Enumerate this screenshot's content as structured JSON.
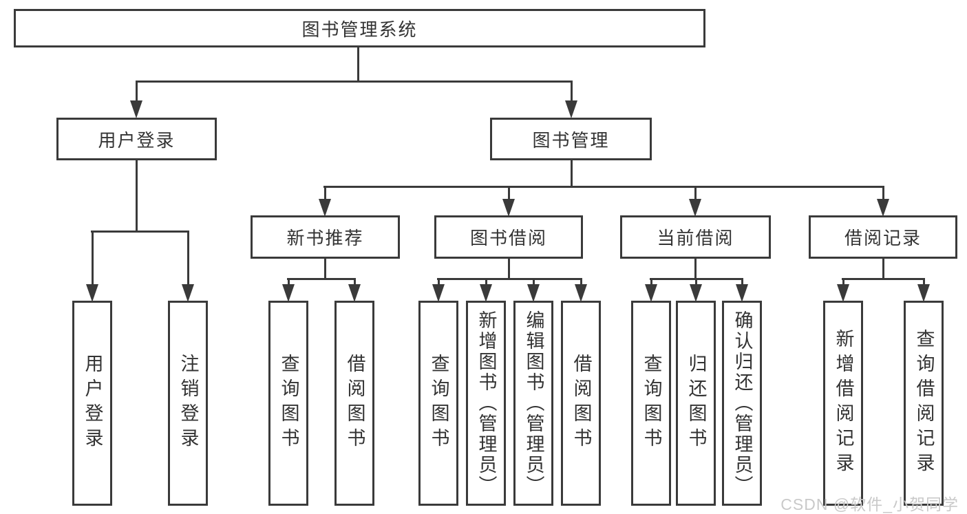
{
  "diagram": {
    "root_label": "图书管理系统",
    "level1": [
      "用户登录",
      "图书管理"
    ],
    "level2": [
      "新书推荐",
      "图书借阅",
      "当前借阅",
      "借阅记录"
    ],
    "leaves": {
      "login": [
        "用户登录",
        "注销登录"
      ],
      "recommend": [
        "查询图书",
        "借阅图书"
      ],
      "borrow": [
        "查询图书",
        "新增图书（管理员）",
        "编辑图书（管理员）",
        "借阅图书"
      ],
      "current": [
        "查询图书",
        "归还图书",
        "确认归还（管理员）"
      ],
      "records": [
        "新增借阅记录",
        "查询借阅记录"
      ]
    },
    "colors": {
      "line": "#3a3a3a",
      "text": "#333333",
      "background": "#ffffff",
      "watermark": "#c9c9c9"
    }
  },
  "watermark": {
    "text": "CSDN @软件_小贺同学"
  }
}
